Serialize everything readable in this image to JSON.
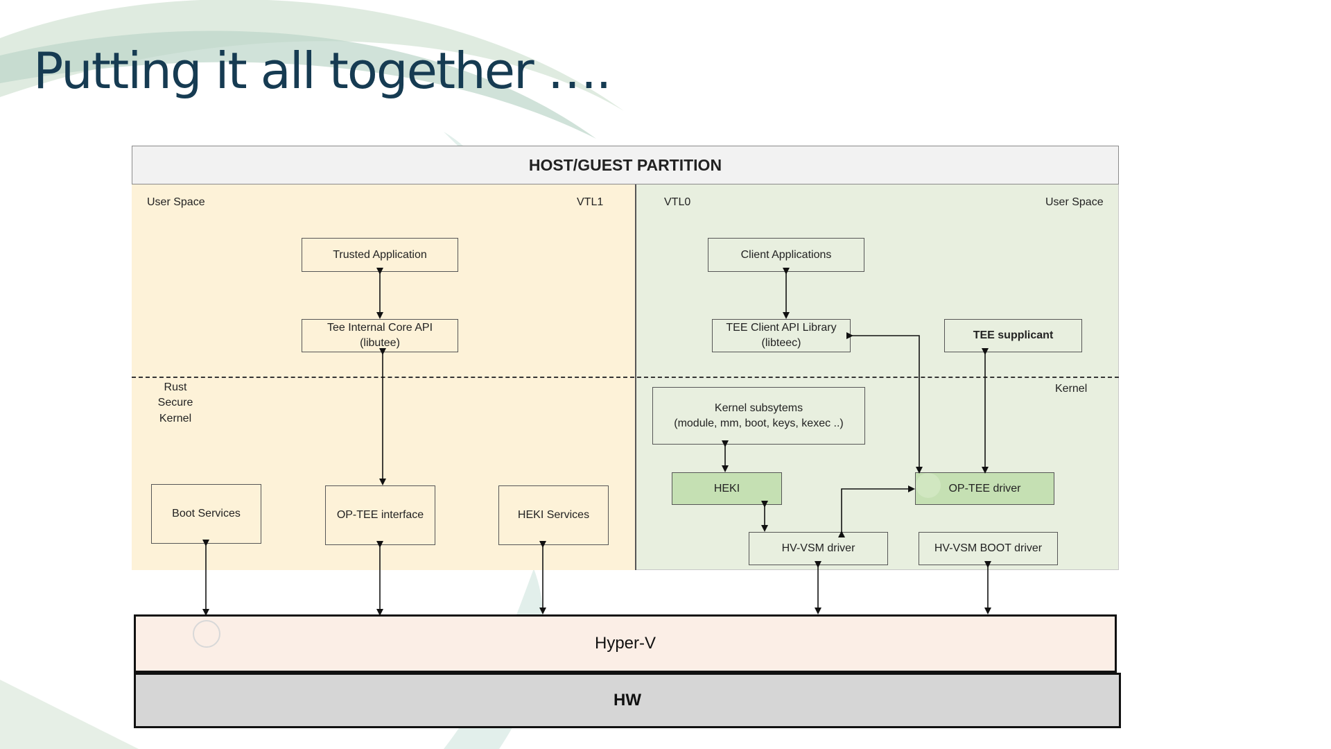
{
  "slide": {
    "title": "Putting it all together …."
  },
  "diagram": {
    "header": "HOST/GUEST PARTITION",
    "vtl1": {
      "user_space_label": "User Space",
      "vtl_label": "VTL1",
      "kernel_label_line1": "Rust Secure",
      "kernel_label_line2": "Kernel",
      "trusted_application": "Trusted Application",
      "tee_internal_core_api_line1": "Tee Internal Core API",
      "tee_internal_core_api_line2": "(libutee)",
      "boot_services": "Boot Services",
      "optee_interface": "OP-TEE interface",
      "heki_services": "HEKI Services"
    },
    "vtl0": {
      "vtl_label": "VTL0",
      "user_space_label": "User Space",
      "kernel_label": "Kernel",
      "client_applications": "Client Applications",
      "tee_client_api_line1": "TEE Client API Library",
      "tee_client_api_line2": "(libteec)",
      "tee_supplicant": "TEE supplicant",
      "kernel_subsystems_line1": "Kernel subsytems",
      "kernel_subsystems_line2": "(module, mm, boot, keys, kexec ..)",
      "heki": "HEKI",
      "optee_driver": "OP-TEE driver",
      "hv_vsm_driver": "HV-VSM driver",
      "hv_vsm_boot_driver": "HV-VSM BOOT driver"
    },
    "hyperv": "Hyper-V",
    "hw": "HW"
  },
  "colors": {
    "vtl1_background": "#fdf2d8",
    "vtl0_background": "#e8efdf",
    "green_box": "#c5e0b3",
    "hyperv_background": "#fbeee6",
    "hw_background": "#d6d6d6",
    "title": "#163b52"
  }
}
